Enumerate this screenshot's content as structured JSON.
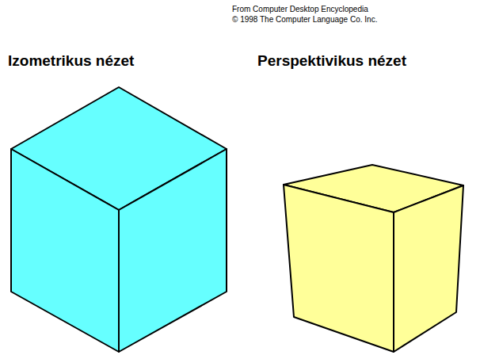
{
  "diagram": {
    "labels": [
      "From Computer Desktop Encyclopedia",
      "© 1998 The Computer Language Co. Inc.",
      "Izometrikus nézet",
      "Perspektivikus nézet"
    ]
  }
}
